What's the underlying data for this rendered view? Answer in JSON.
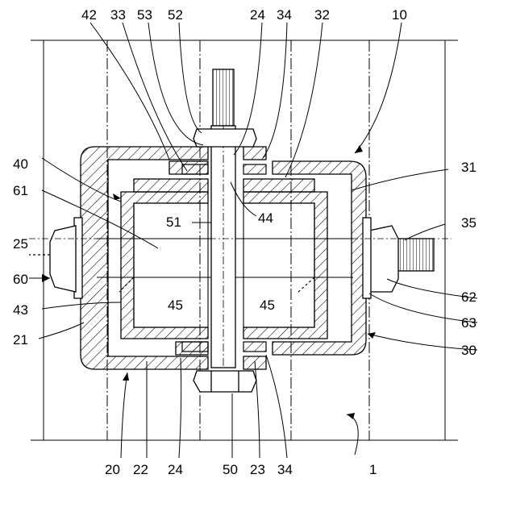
{
  "figure": {
    "labels_top": [
      "42",
      "33",
      "53",
      "52",
      "24",
      "34",
      "32",
      "10"
    ],
    "labels_left": [
      "40",
      "61",
      "25",
      "60",
      "43",
      "21"
    ],
    "labels_center": [
      "51",
      "44",
      "45",
      "45"
    ],
    "labels_right": [
      "31",
      "35",
      "62",
      "63",
      "30"
    ],
    "labels_bottom": [
      "20",
      "22",
      "24",
      "50",
      "23",
      "34",
      "1"
    ]
  }
}
